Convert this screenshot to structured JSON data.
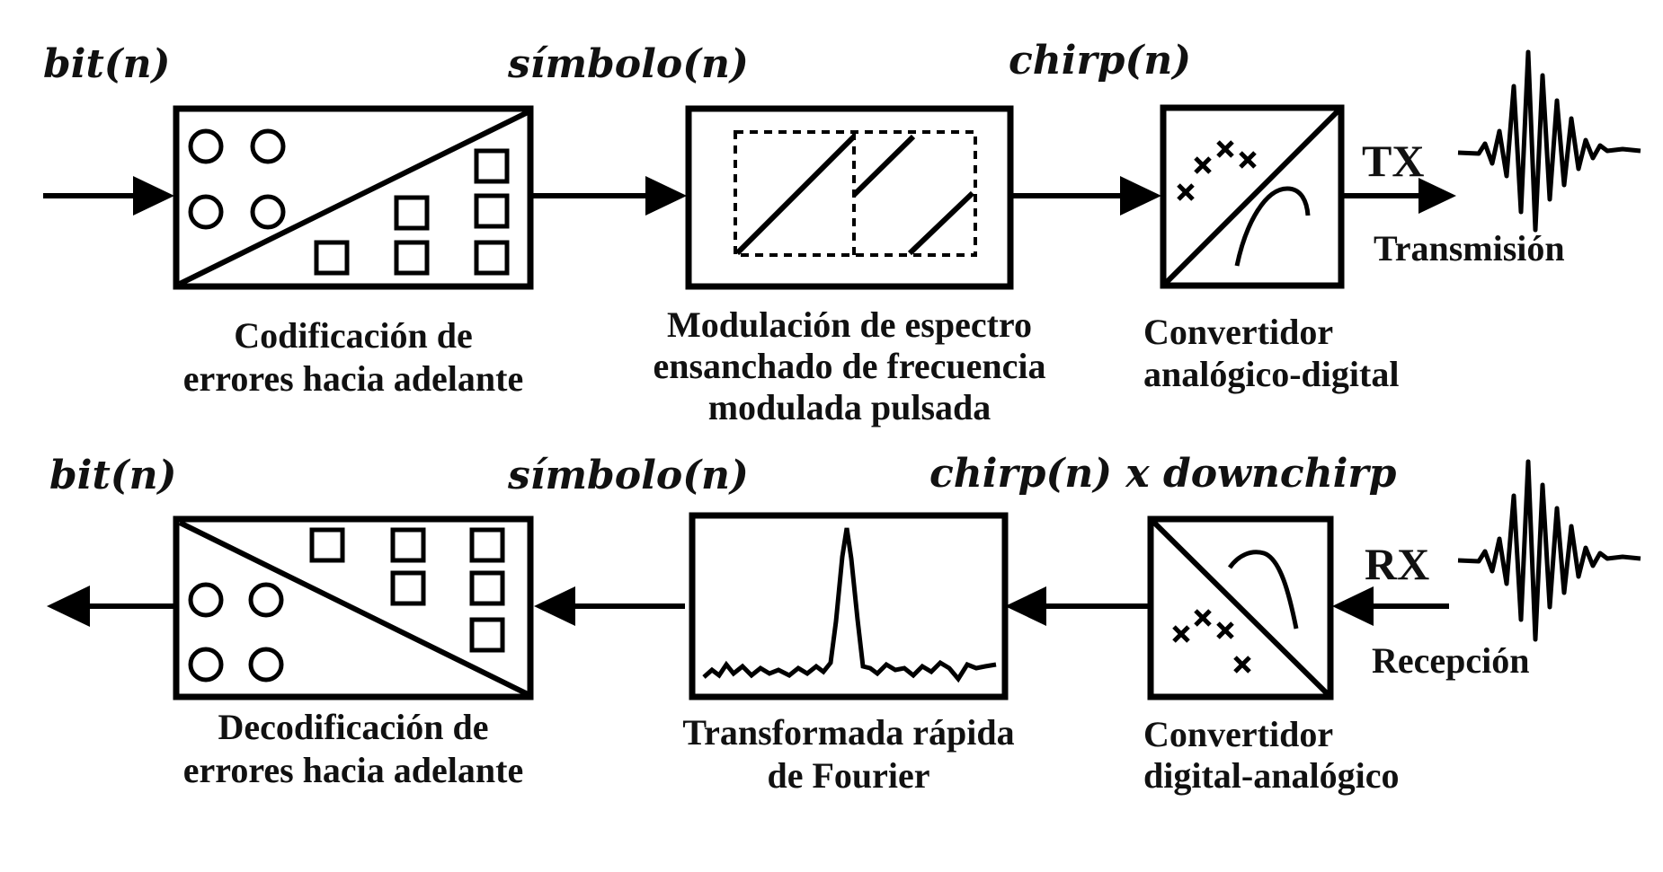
{
  "tx": {
    "signals": {
      "bit": "bit(n)",
      "symbol": "símbolo(n)",
      "chirp": "chirp(n)"
    },
    "blocks": {
      "fec": [
        "Codificación de",
        "errores hacia adelante"
      ],
      "css": [
        "Modulación de espectro",
        "ensanchado de frecuencia",
        "modulada pulsada"
      ],
      "converter": [
        "Convertidor",
        "analógico-digital"
      ]
    },
    "tag": "TX",
    "label": "Transmisión"
  },
  "rx": {
    "signals": {
      "bit": "bit(n)",
      "symbol": "símbolo(n)",
      "dechirp": "chirp(n) x downchirp"
    },
    "blocks": {
      "fec": [
        "Decodificación de",
        "errores hacia adelante"
      ],
      "fft": [
        "Transformada rápida",
        "de Fourier"
      ],
      "converter": [
        "Convertidor",
        "digital-analógico"
      ]
    },
    "tag": "RX",
    "label": "Recepción"
  },
  "icons": {
    "fec_encoder": "circles-to-squares-icon",
    "css_modulator": "chirp-sawtooth-icon",
    "adc": "adc-icon",
    "tx_wave": "wave-burst-icon",
    "fec_decoder": "squares-to-circles-icon",
    "fft": "spectrum-peak-icon",
    "dac": "dac-icon",
    "rx_wave": "wave-burst-icon"
  }
}
